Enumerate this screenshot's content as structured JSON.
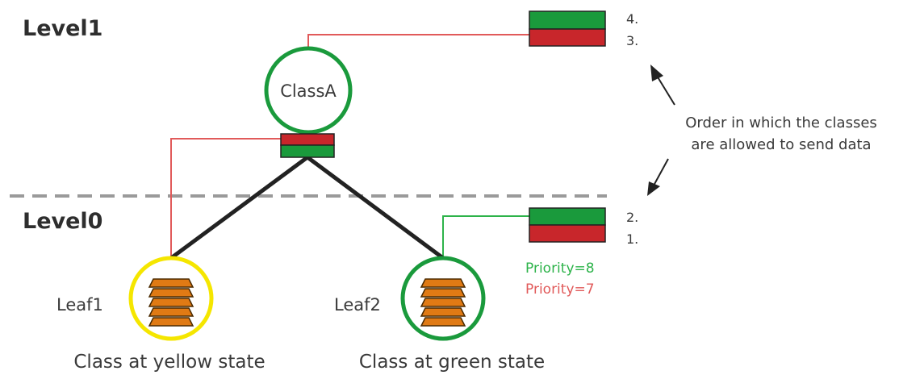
{
  "levels": {
    "level1": "Level1",
    "level0": "Level0"
  },
  "nodes": {
    "class_a": "ClassA",
    "leaf1": "Leaf1",
    "leaf2": "Leaf2"
  },
  "order_numbers": {
    "n4": "4.",
    "n3": "3.",
    "n2": "2.",
    "n1": "1."
  },
  "note": {
    "line1": "Order in which the classes",
    "line2": "are allowed to send data"
  },
  "priorities": {
    "high": "Priority=8",
    "low": "Priority=7"
  },
  "captions": {
    "yellow_state": "Class at yellow state",
    "green_state": "Class at green state"
  },
  "colors": {
    "green": "#1a9a3c",
    "red": "#c8262b",
    "yellow": "#f5e600",
    "orange": "#e07a14",
    "link_red": "#e15a5a",
    "link_green": "#2db34a",
    "dashed": "#9a9a9a"
  }
}
